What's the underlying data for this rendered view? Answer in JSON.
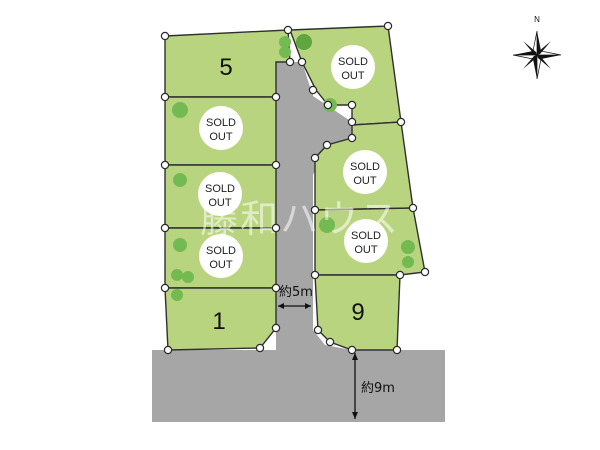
{
  "compass": {
    "north_label": "N",
    "icon": "compass-rose-icon"
  },
  "lots": [
    {
      "id": "lot-5",
      "label": "5",
      "sold": false
    },
    {
      "id": "lot-4",
      "label": "SOLD\nOUT",
      "sold": true
    },
    {
      "id": "lot-3",
      "label": "SOLD\nOUT",
      "sold": true
    },
    {
      "id": "lot-2",
      "label": "SOLD\nOUT",
      "sold": true
    },
    {
      "id": "lot-1",
      "label": "1",
      "sold": false
    },
    {
      "id": "lot-6",
      "label": "SOLD\nOUT",
      "sold": true
    },
    {
      "id": "lot-7",
      "label": "SOLD\nOUT",
      "sold": true
    },
    {
      "id": "lot-8",
      "label": "SOLD\nOUT",
      "sold": true
    },
    {
      "id": "lot-9",
      "label": "9",
      "sold": false
    }
  ],
  "sold_out": {
    "line1": "SOLD",
    "line2": "OUT"
  },
  "dimensions": {
    "private_road_width": "約5m",
    "public_road_width": "約9m"
  },
  "watermark": "藤和ハウス",
  "colors": {
    "lot_green": "#b9d47e",
    "road_gray": "#a6a6a6",
    "tree_green": "#74ba52"
  }
}
